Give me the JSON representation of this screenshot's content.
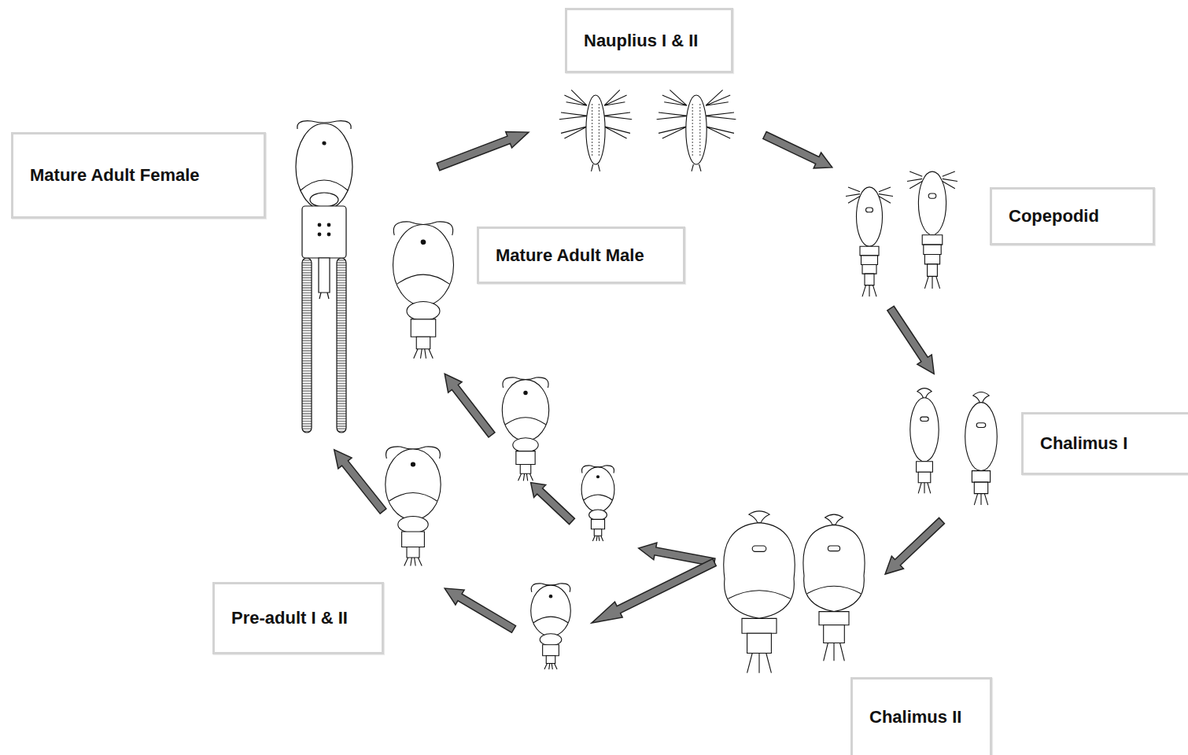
{
  "diagram": {
    "nodes": [
      {
        "text": [
          "Mature Adult Female"
        ]
      },
      {
        "text": [
          "Nauplius I & II"
        ]
      },
      {
        "text": [
          "Copepodid"
        ]
      },
      {
        "text": [
          "Chalimus I"
        ]
      },
      {
        "text": [
          "Chalimus II"
        ]
      },
      {
        "text": [
          "Pre-adult I & II"
        ]
      },
      {
        "text": [
          "Mature Adult Male"
        ]
      }
    ]
  }
}
